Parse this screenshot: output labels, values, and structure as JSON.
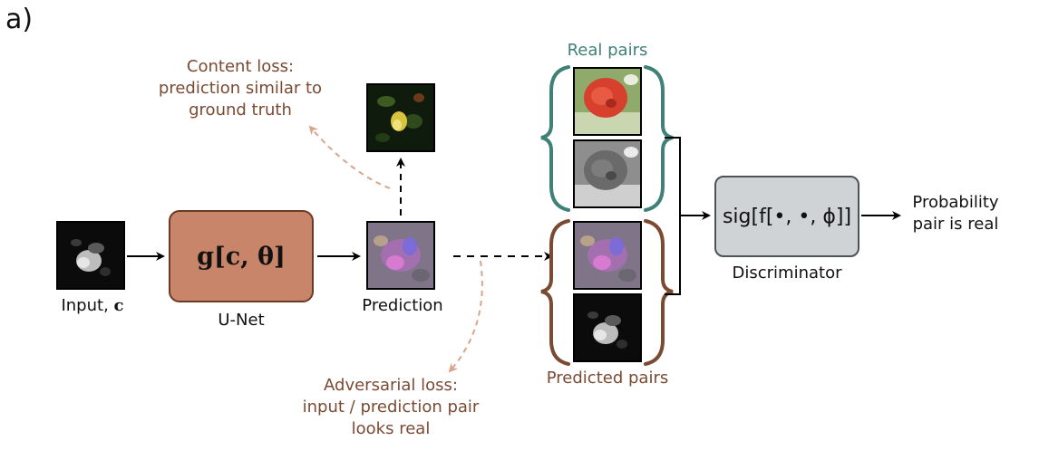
{
  "panel_label": "a)",
  "input": {
    "caption_text": "Input,",
    "caption_symbol": "c"
  },
  "unet": {
    "formula": "g[c, θ]",
    "caption": "U-Net"
  },
  "prediction": {
    "caption": "Prediction"
  },
  "content_loss": {
    "line1": "Content loss:",
    "line2": "prediction similar to",
    "line3": "ground truth"
  },
  "adversarial_loss": {
    "line1": "Adversarial loss:",
    "line2": "input / prediction pair",
    "line3": "looks real"
  },
  "real_pairs": {
    "label": "Real pairs"
  },
  "predicted_pairs": {
    "label": "Predicted pairs"
  },
  "discriminator": {
    "formula": "sig[f[•, •, ϕ]]",
    "caption": "Discriminator"
  },
  "output": {
    "line1": "Probability",
    "line2": "pair is real"
  },
  "colors": {
    "unet_fill": "#c8856a",
    "unet_border": "#6b3a24",
    "disc_fill": "#cfd3d6",
    "disc_border": "#4d5458",
    "brown_text": "#7a4a32",
    "teal_text": "#3f8077",
    "dashed_arrow": "#d9a58c"
  }
}
